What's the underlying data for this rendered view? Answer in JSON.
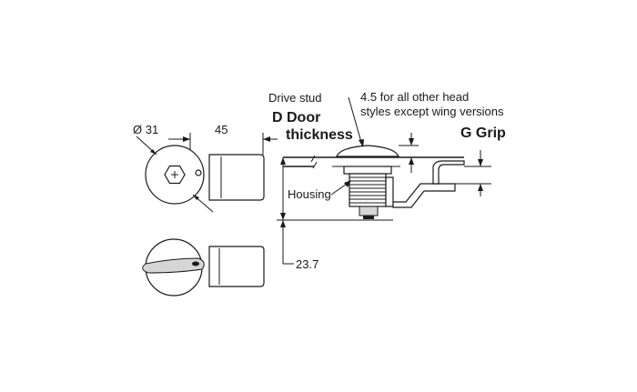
{
  "labels": {
    "diameter": "Ø 31",
    "length": "45",
    "drive_stud": "Drive stud",
    "note_line1": "4.5  for all other head",
    "note_line2": "styles except wing versions",
    "door_line1": "D Door",
    "door_line2": "thickness",
    "grip": "G  Grip",
    "housing": "Housing",
    "depth": "23.7"
  },
  "colors": {
    "line": "#1a1a1a",
    "background": "#ffffff",
    "metal": "#d6d6d6"
  }
}
